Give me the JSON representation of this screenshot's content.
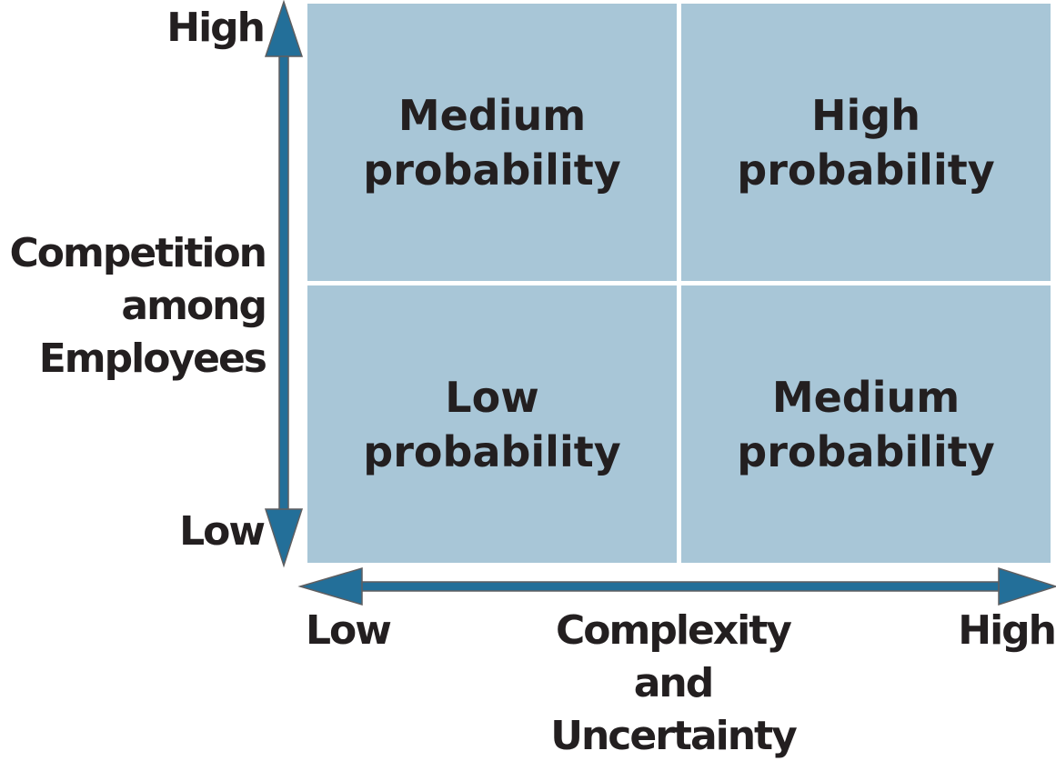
{
  "diagram": {
    "type": "2x2-matrix",
    "colors": {
      "quadrant_fill": "#a8c6d7",
      "axis": "#236f99",
      "axis_outline": "#5f5f61",
      "text": "#231f20"
    },
    "y_axis": {
      "title_lines": [
        "Competition",
        "among",
        "Employees"
      ],
      "high": "High",
      "low": "Low"
    },
    "x_axis": {
      "title_lines": [
        "Complexity",
        "and",
        "Uncertainty"
      ],
      "high": "High",
      "low": "Low"
    },
    "quadrants": {
      "top_left": [
        "Medium",
        "probability"
      ],
      "top_right": [
        "High",
        "probability"
      ],
      "bottom_left": [
        "Low",
        "probability"
      ],
      "bottom_right": [
        "Medium",
        "probability"
      ]
    }
  }
}
